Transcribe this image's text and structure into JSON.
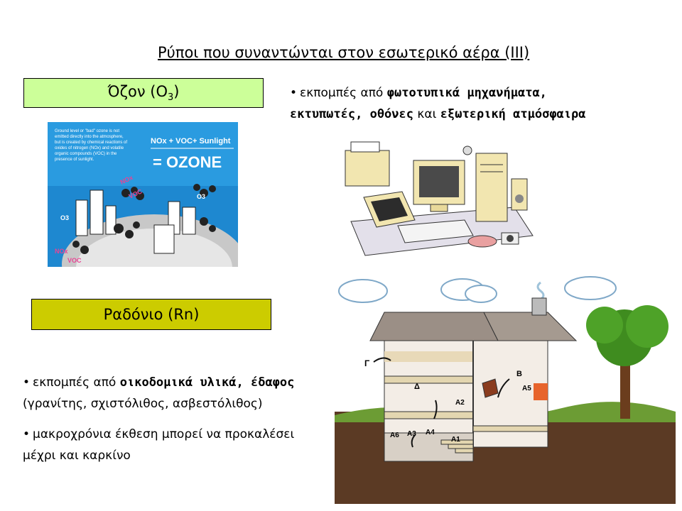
{
  "slide": {
    "title": "Ρύποι που συναντώνται στον εσωτερικό αέρα (ΙΙΙ)",
    "ozone": {
      "label_main": "Όζον (O",
      "label_sub": "3",
      "label_end": ")",
      "bullet": {
        "t1": "εκπομπές από ",
        "b1": "φωτοτυπικά μηχανήματα,",
        "b2": "εκτυπωτές, οθόνες",
        "t2": " και ",
        "b3": "εξωτερική ατμόσφαιρα"
      },
      "poster": {
        "formula": "NOx + VOC+ Sunlight",
        "result": "= OZONE",
        "caption": [
          "Ground level or \"bad\" ozone is not",
          "emitted directly into the atmosphere,",
          "but is created by chemical reactions of",
          "oxides of nitrogen (NOx) and volatile",
          "organic compounds (VOC) in the",
          "presence of sunlight."
        ],
        "tag_nox": "NOx",
        "tag_voc": "VOC",
        "tag_o3": "O3"
      }
    },
    "radon": {
      "label": "Ραδόνιο (Rn)",
      "bullet1": {
        "t1": "εκπομπές από ",
        "b1": "οικοδομικά υλικά, έδαφος",
        "line2": "(γρανίτης, σχιστόλιθος, ασβεστόλιθος)"
      },
      "bullet2": {
        "line1": "μακροχρόνια έκθεση μπορεί να προκαλέσει",
        "line2": "μέχρι και καρκίνο"
      },
      "house_labels": {
        "g": "Γ",
        "d": "Δ",
        "b": "B",
        "a1": "A1",
        "a2": "A2",
        "a3": "A3",
        "a4": "A4",
        "a5": "A5",
        "a6": "A6"
      }
    }
  }
}
